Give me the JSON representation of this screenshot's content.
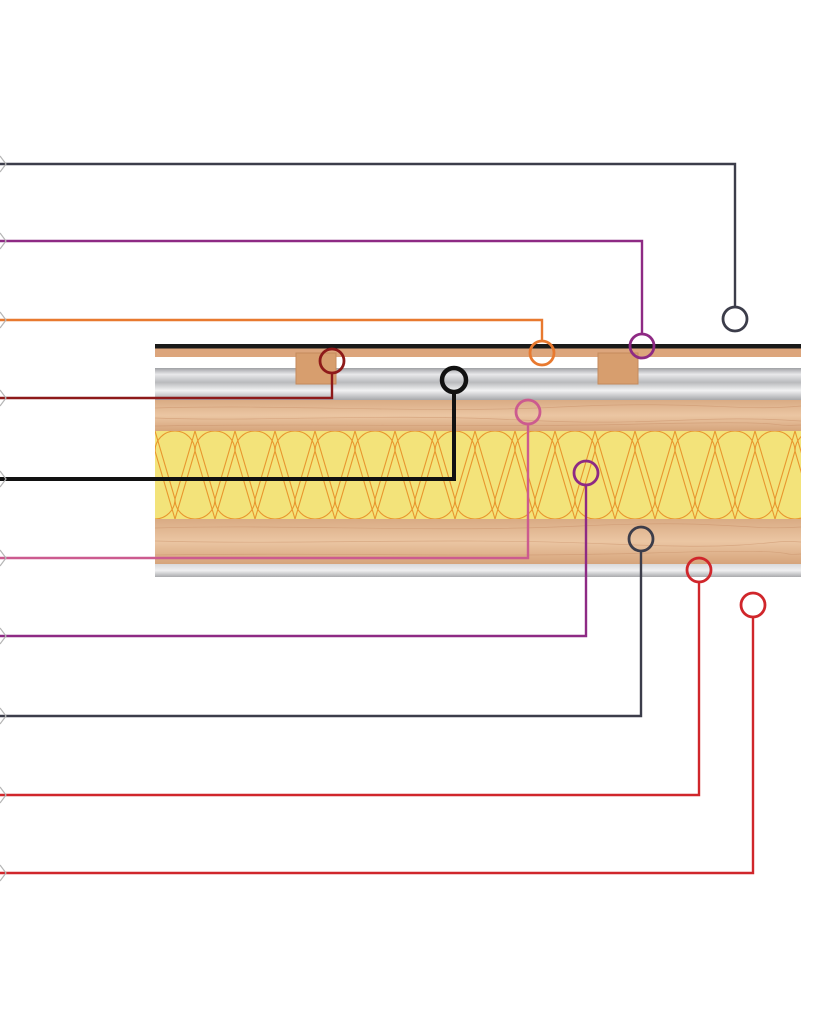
{
  "diagram": {
    "layers": [
      {
        "id": "membrane",
        "color": "#1a1a1a"
      },
      {
        "id": "top-board",
        "color": "#d9a47a"
      },
      {
        "id": "metal-deck",
        "color": "#c8c8ca"
      },
      {
        "id": "timber-upper",
        "color": "#e4b993"
      },
      {
        "id": "insulation",
        "color": "#f3e37a",
        "pattern_color": "#e8962e"
      },
      {
        "id": "timber-lower",
        "color": "#e4b993"
      },
      {
        "id": "soffit",
        "color": "#c8c8ca"
      }
    ],
    "callouts": [
      {
        "name": "callout-1",
        "color": "#3c3d4a"
      },
      {
        "name": "callout-2",
        "color": "#8e2a84"
      },
      {
        "name": "callout-3",
        "color": "#e8792f"
      },
      {
        "name": "callout-4",
        "color": "#8e1a1a"
      },
      {
        "name": "callout-5",
        "color": "#111111"
      },
      {
        "name": "callout-6",
        "color": "#cc5b8f"
      },
      {
        "name": "callout-7",
        "color": "#8e2a84"
      },
      {
        "name": "callout-8",
        "color": "#3c3d4a"
      },
      {
        "name": "callout-9",
        "color": "#d0262b"
      },
      {
        "name": "callout-10",
        "color": "#d0262b"
      }
    ]
  }
}
